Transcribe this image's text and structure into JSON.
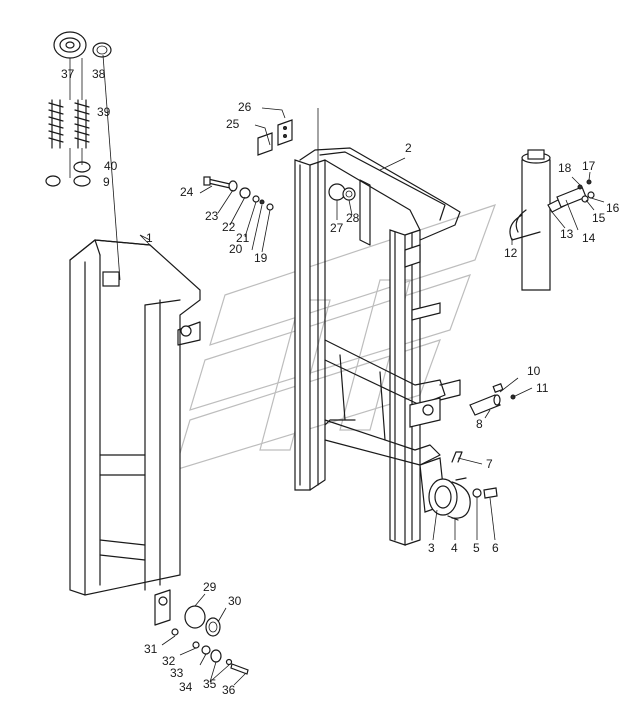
{
  "callouts": [
    {
      "id": "1",
      "label": "1"
    },
    {
      "id": "2",
      "label": "2"
    },
    {
      "id": "3",
      "label": "3"
    },
    {
      "id": "4",
      "label": "4"
    },
    {
      "id": "5",
      "label": "5"
    },
    {
      "id": "6",
      "label": "6"
    },
    {
      "id": "7",
      "label": "7"
    },
    {
      "id": "8",
      "label": "8"
    },
    {
      "id": "9",
      "label": "9"
    },
    {
      "id": "10",
      "label": "10"
    },
    {
      "id": "11",
      "label": "11"
    },
    {
      "id": "12",
      "label": "12"
    },
    {
      "id": "13",
      "label": "13"
    },
    {
      "id": "14",
      "label": "14"
    },
    {
      "id": "15",
      "label": "15"
    },
    {
      "id": "16",
      "label": "16"
    },
    {
      "id": "17",
      "label": "17"
    },
    {
      "id": "18",
      "label": "18"
    },
    {
      "id": "19",
      "label": "19"
    },
    {
      "id": "20",
      "label": "20"
    },
    {
      "id": "21",
      "label": "21"
    },
    {
      "id": "22",
      "label": "22"
    },
    {
      "id": "23",
      "label": "23"
    },
    {
      "id": "24",
      "label": "24"
    },
    {
      "id": "25",
      "label": "25"
    },
    {
      "id": "26",
      "label": "26"
    },
    {
      "id": "27",
      "label": "27"
    },
    {
      "id": "28",
      "label": "28"
    },
    {
      "id": "29",
      "label": "29"
    },
    {
      "id": "30",
      "label": "30"
    },
    {
      "id": "31",
      "label": "31"
    },
    {
      "id": "32",
      "label": "32"
    },
    {
      "id": "33",
      "label": "33"
    },
    {
      "id": "34",
      "label": "34"
    },
    {
      "id": "35",
      "label": "35"
    },
    {
      "id": "36",
      "label": "36"
    },
    {
      "id": "37",
      "label": "37"
    },
    {
      "id": "38",
      "label": "38"
    },
    {
      "id": "39",
      "label": "39"
    },
    {
      "id": "40",
      "label": "40"
    }
  ],
  "colors": {
    "line": "#1a1a1a",
    "watermark": "#bdbdbd",
    "background": "#ffffff"
  }
}
